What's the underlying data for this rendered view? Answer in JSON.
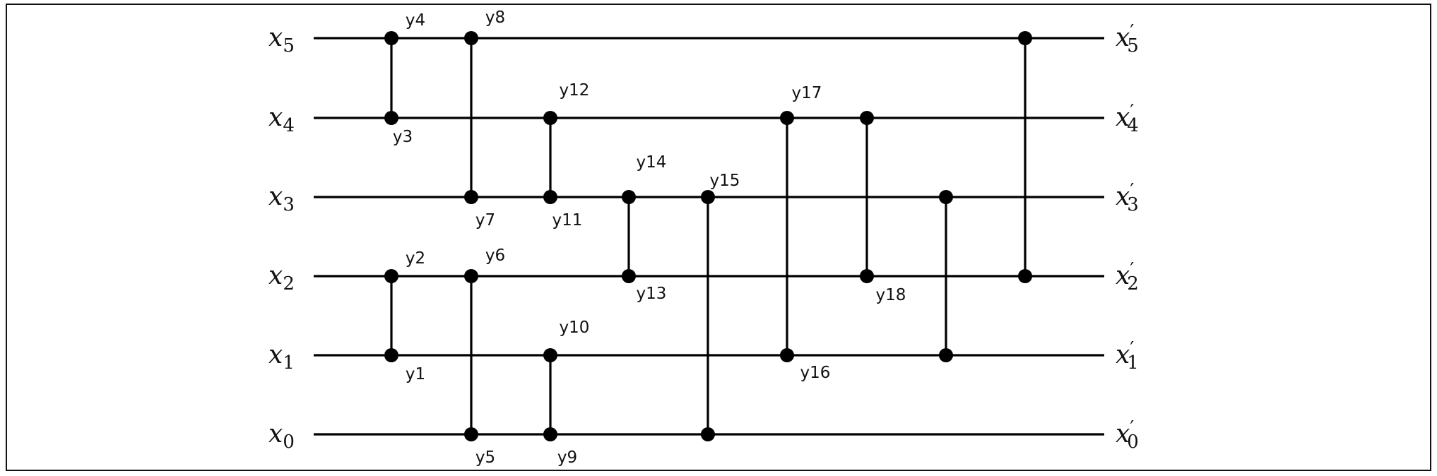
{
  "inputs": [
    {
      "var": "x",
      "sub": "5"
    },
    {
      "var": "x",
      "sub": "4"
    },
    {
      "var": "x",
      "sub": "3"
    },
    {
      "var": "x",
      "sub": "2"
    },
    {
      "var": "x",
      "sub": "1"
    },
    {
      "var": "x",
      "sub": "0"
    }
  ],
  "outputs": [
    {
      "var": "x",
      "prime": "′",
      "sub": "5"
    },
    {
      "var": "x",
      "prime": "′",
      "sub": "4"
    },
    {
      "var": "x",
      "prime": "′",
      "sub": "3"
    },
    {
      "var": "x",
      "prime": "′",
      "sub": "2"
    },
    {
      "var": "x",
      "prime": "′",
      "sub": "1"
    },
    {
      "var": "x",
      "prime": "′",
      "sub": "0"
    }
  ],
  "gates": [
    {
      "a": "x1",
      "b": "x2",
      "labels": {
        "x1": "y1",
        "x2": "y2"
      }
    },
    {
      "a": "x4",
      "b": "x5",
      "labels": {
        "x4": "y3",
        "x5": "y4"
      }
    },
    {
      "a": "x0",
      "b": "x2",
      "labels": {
        "x0": "y5",
        "x2": "y6"
      }
    },
    {
      "a": "x3",
      "b": "x5",
      "labels": {
        "x3": "y7",
        "x5": "y8"
      }
    },
    {
      "a": "x0",
      "b": "x1",
      "labels": {
        "x0": "y9",
        "x1": "y10"
      }
    },
    {
      "a": "x3",
      "b": "x4",
      "labels": {
        "x3": "y11",
        "x4": "y12"
      }
    },
    {
      "a": "x2",
      "b": "x3",
      "labels": {
        "x2": "y13",
        "x3": "y14"
      }
    },
    {
      "a": "x0",
      "b": "x3",
      "labels": {
        "x3": "y15"
      }
    },
    {
      "a": "x1",
      "b": "x4",
      "labels": {
        "x1": "y16",
        "x4": "y17"
      }
    },
    {
      "a": "x2",
      "b": "x4",
      "labels": {
        "x2": "y18"
      }
    },
    {
      "a": "x1",
      "b": "x3",
      "labels": {}
    },
    {
      "a": "x2",
      "b": "x5",
      "labels": {}
    }
  ]
}
